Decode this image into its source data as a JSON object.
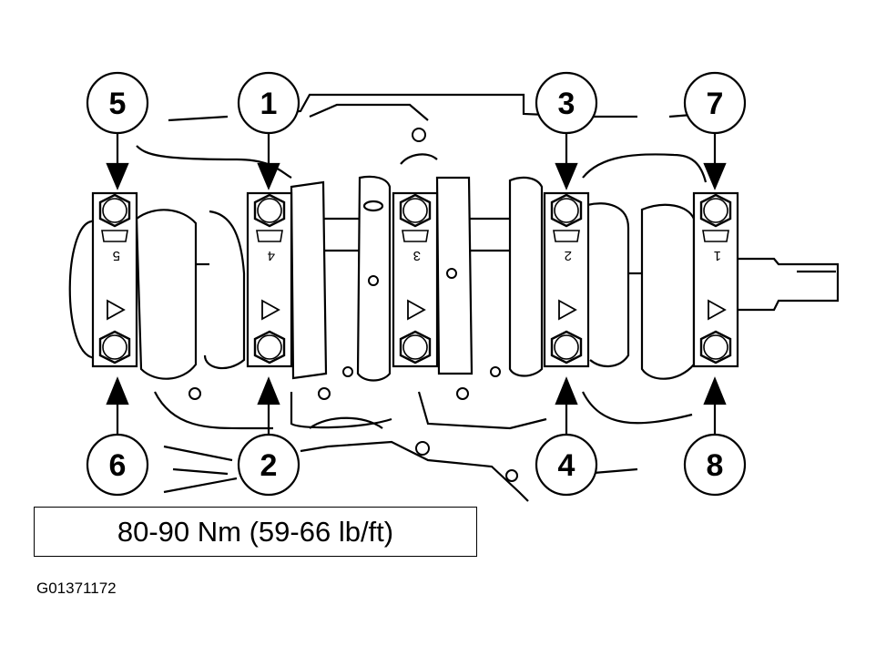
{
  "callouts": [
    {
      "id": "callout-5-top",
      "label": "5"
    },
    {
      "id": "callout-1-top",
      "label": "1"
    },
    {
      "id": "callout-3-top",
      "label": "3"
    },
    {
      "id": "callout-7-top",
      "label": "7"
    },
    {
      "id": "callout-6-bottom",
      "label": "6"
    },
    {
      "id": "callout-2-bottom",
      "label": "2"
    },
    {
      "id": "callout-4-bottom",
      "label": "4"
    },
    {
      "id": "callout-8-bottom",
      "label": "8"
    }
  ],
  "bearing_caps": [
    "5",
    "4",
    "3",
    "2",
    "1"
  ],
  "torque_spec": "80-90 Nm (59-66 lb/ft)",
  "figure_id": "G01371172"
}
